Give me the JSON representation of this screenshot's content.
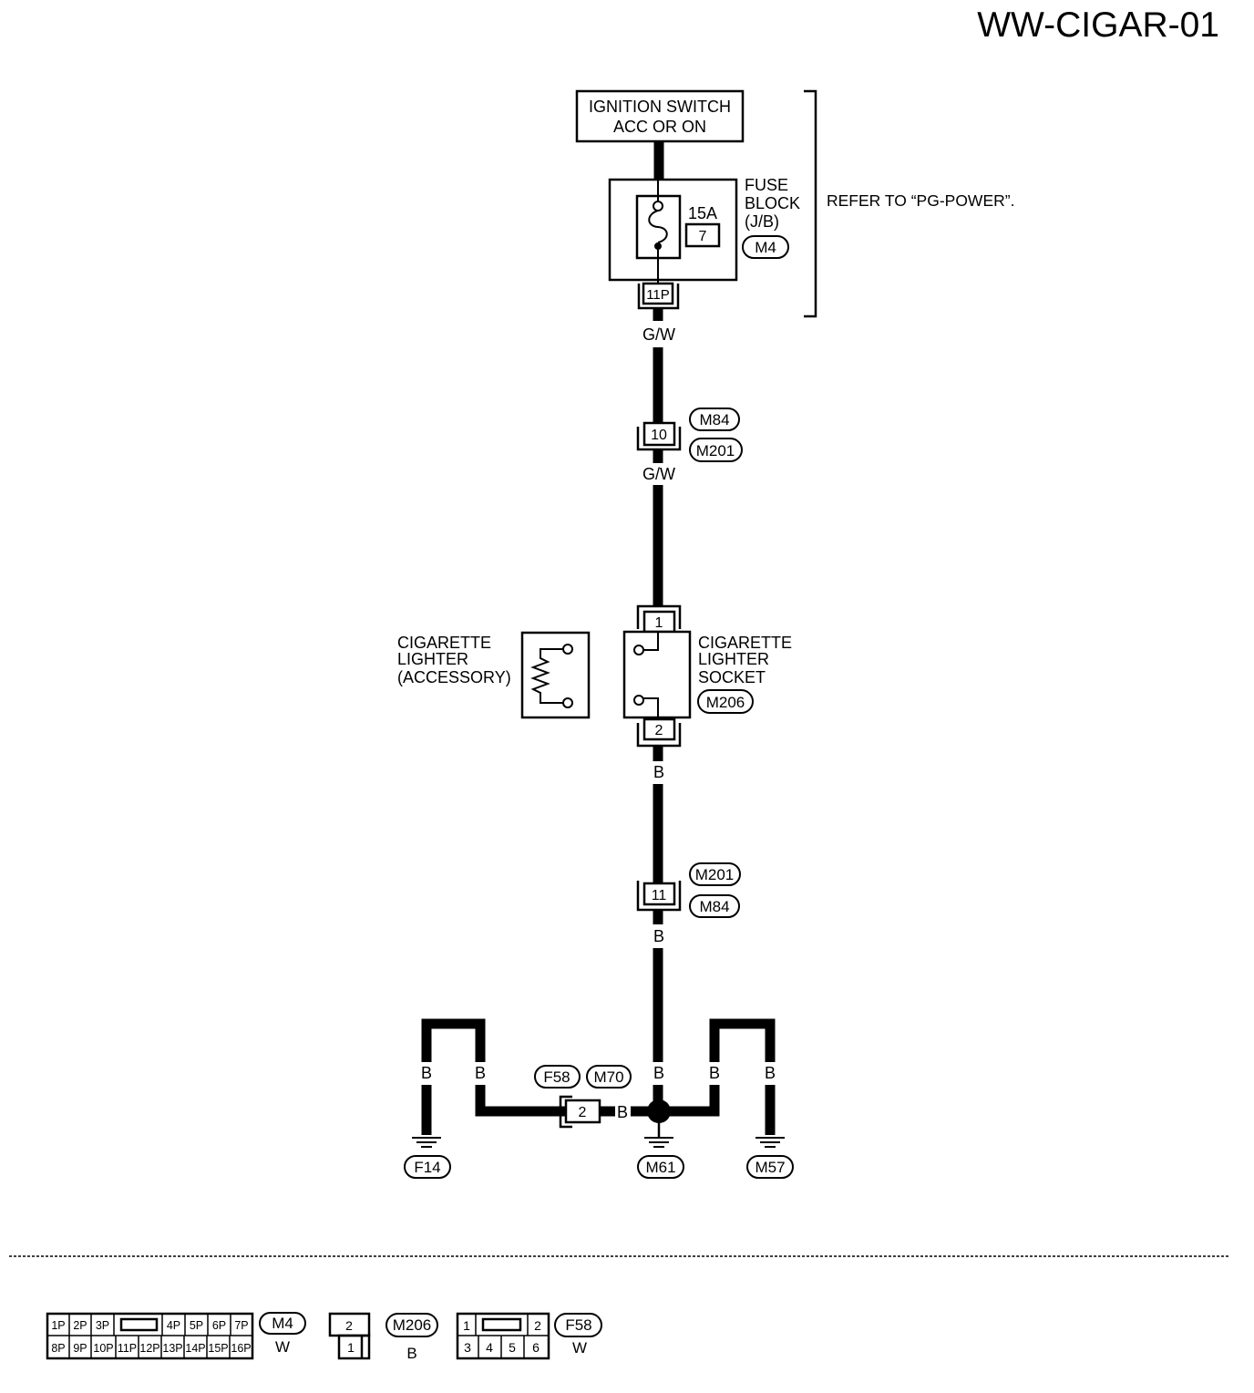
{
  "page_id": "WW-CIGAR-01",
  "ignition_switch": {
    "line1": "IGNITION SWITCH",
    "line2": "ACC OR ON"
  },
  "fuse_block": {
    "label": [
      "FUSE",
      "BLOCK",
      "(J/B)"
    ],
    "rating": "15A",
    "fuse_no": "7",
    "connector": "M4",
    "terminal": "11P"
  },
  "refer_note": "REFER TO “PG-POWER”.",
  "joint_upper": {
    "terminal": "10",
    "connectors": [
      "M84",
      "M201"
    ]
  },
  "lighter_socket": {
    "label": [
      "CIGARETTE",
      "LIGHTER",
      "SOCKET"
    ],
    "connector": "M206",
    "terminals": [
      "1",
      "2"
    ]
  },
  "lighter_accessory": {
    "label": [
      "CIGARETTE",
      "LIGHTER",
      "(ACCESSORY)"
    ]
  },
  "joint_lower": {
    "terminal": "11",
    "connectors": [
      "M201",
      "M84"
    ]
  },
  "ground_joint": {
    "terminal": "2",
    "connectors": [
      "F58",
      "M70"
    ]
  },
  "grounds": [
    "F14",
    "M61",
    "M57"
  ],
  "wire_colors": {
    "fuse_to_joint": "G/W",
    "joint_to_socket": "G/W",
    "socket_to_joint": "B",
    "joint_to_ground": "B",
    "main_drop": "B",
    "f58_link": "B",
    "left_outer": "B",
    "left_inner": "B",
    "right_inner": "B",
    "right_outer": "B"
  },
  "connector_views": {
    "m4": {
      "id": "M4",
      "color": "W",
      "top": [
        "1P",
        "2P",
        "3P",
        "4P",
        "5P",
        "6P",
        "7P"
      ],
      "bottom": [
        "8P",
        "9P",
        "10P",
        "11P",
        "12P",
        "13P",
        "14P",
        "15P",
        "16P"
      ]
    },
    "m206": {
      "id": "M206",
      "color": "B",
      "top": [
        "2"
      ],
      "bottom": [
        "1"
      ]
    },
    "f58": {
      "id": "F58",
      "color": "W",
      "top": [
        "1",
        "2"
      ],
      "bottom": [
        "3",
        "4",
        "5",
        "6"
      ]
    }
  }
}
